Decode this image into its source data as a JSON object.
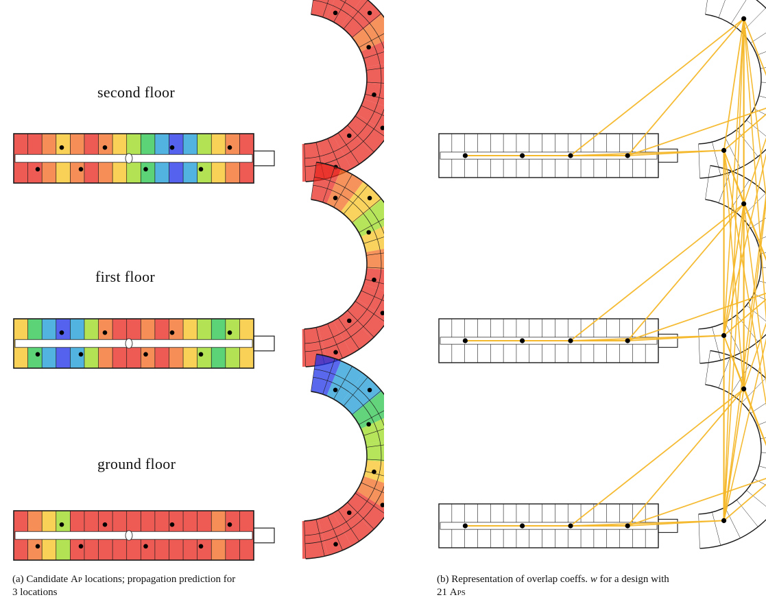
{
  "floors_a": [
    {
      "label": "second floor"
    },
    {
      "label": "first floor"
    },
    {
      "label": "ground floor"
    }
  ],
  "captions": {
    "a": {
      "prefix": "(a) Candidate ",
      "ap": "Ap",
      "rest": " locations; propagation prediction for",
      "line2": "3 locations"
    },
    "b": {
      "prefix": "(b) Representation of overlap coeffs. ",
      "w": "w",
      "rest": " for a design with",
      "line2_num": "21 ",
      "line2_ap": "Aps"
    }
  },
  "colors": {
    "plan_line": "#1a1a1a",
    "ap_dot": "#000000",
    "overlap_high": "#e8241c",
    "overlap_mid": "#f5b82a",
    "overlap_low": "#f9dd8c",
    "heat_scale": [
      "#e8241c",
      "#f36a1f",
      "#f7c21e",
      "#9ad91c",
      "#27c44a",
      "#1a9ad6",
      "#1b2ee8"
    ]
  },
  "legend_note": ""
}
